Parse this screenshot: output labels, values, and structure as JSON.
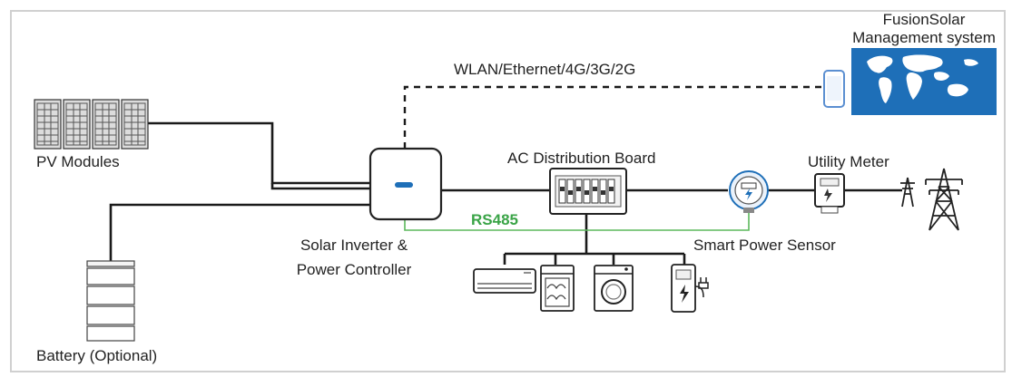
{
  "labels": {
    "pv_modules": "PV Modules",
    "battery": "Battery (Optional)",
    "inverter_line1": "Solar Inverter &",
    "inverter_line2": "Power Controller",
    "ac_board": "AC Distribution Board",
    "utility_meter": "Utility Meter",
    "smart_sensor": "Smart Power Sensor",
    "comm_link": "WLAN/Ethernet/4G/3G/2G",
    "rs485": "RS485",
    "mgmt_line1": "FusionSolar",
    "mgmt_line2": "Management system"
  },
  "colors": {
    "line": "#1a1a1a",
    "rs485": "#5cb85c",
    "mgmt_panel": "#1e6fb8",
    "inverter_logo": "#1e6fb8"
  },
  "icons": {
    "pv": "solar-panel-icon",
    "inverter": "inverter-icon",
    "board": "distribution-board-icon",
    "sensor": "smart-meter-icon",
    "meter": "utility-meter-icon",
    "tower": "transmission-tower-icon",
    "phone": "smartphone-icon",
    "map": "world-map-icon",
    "battery": "battery-stack-icon",
    "ac": "air-conditioner-icon",
    "dishwasher": "dishwasher-icon",
    "washer": "washing-machine-icon",
    "ev": "ev-charger-icon"
  }
}
